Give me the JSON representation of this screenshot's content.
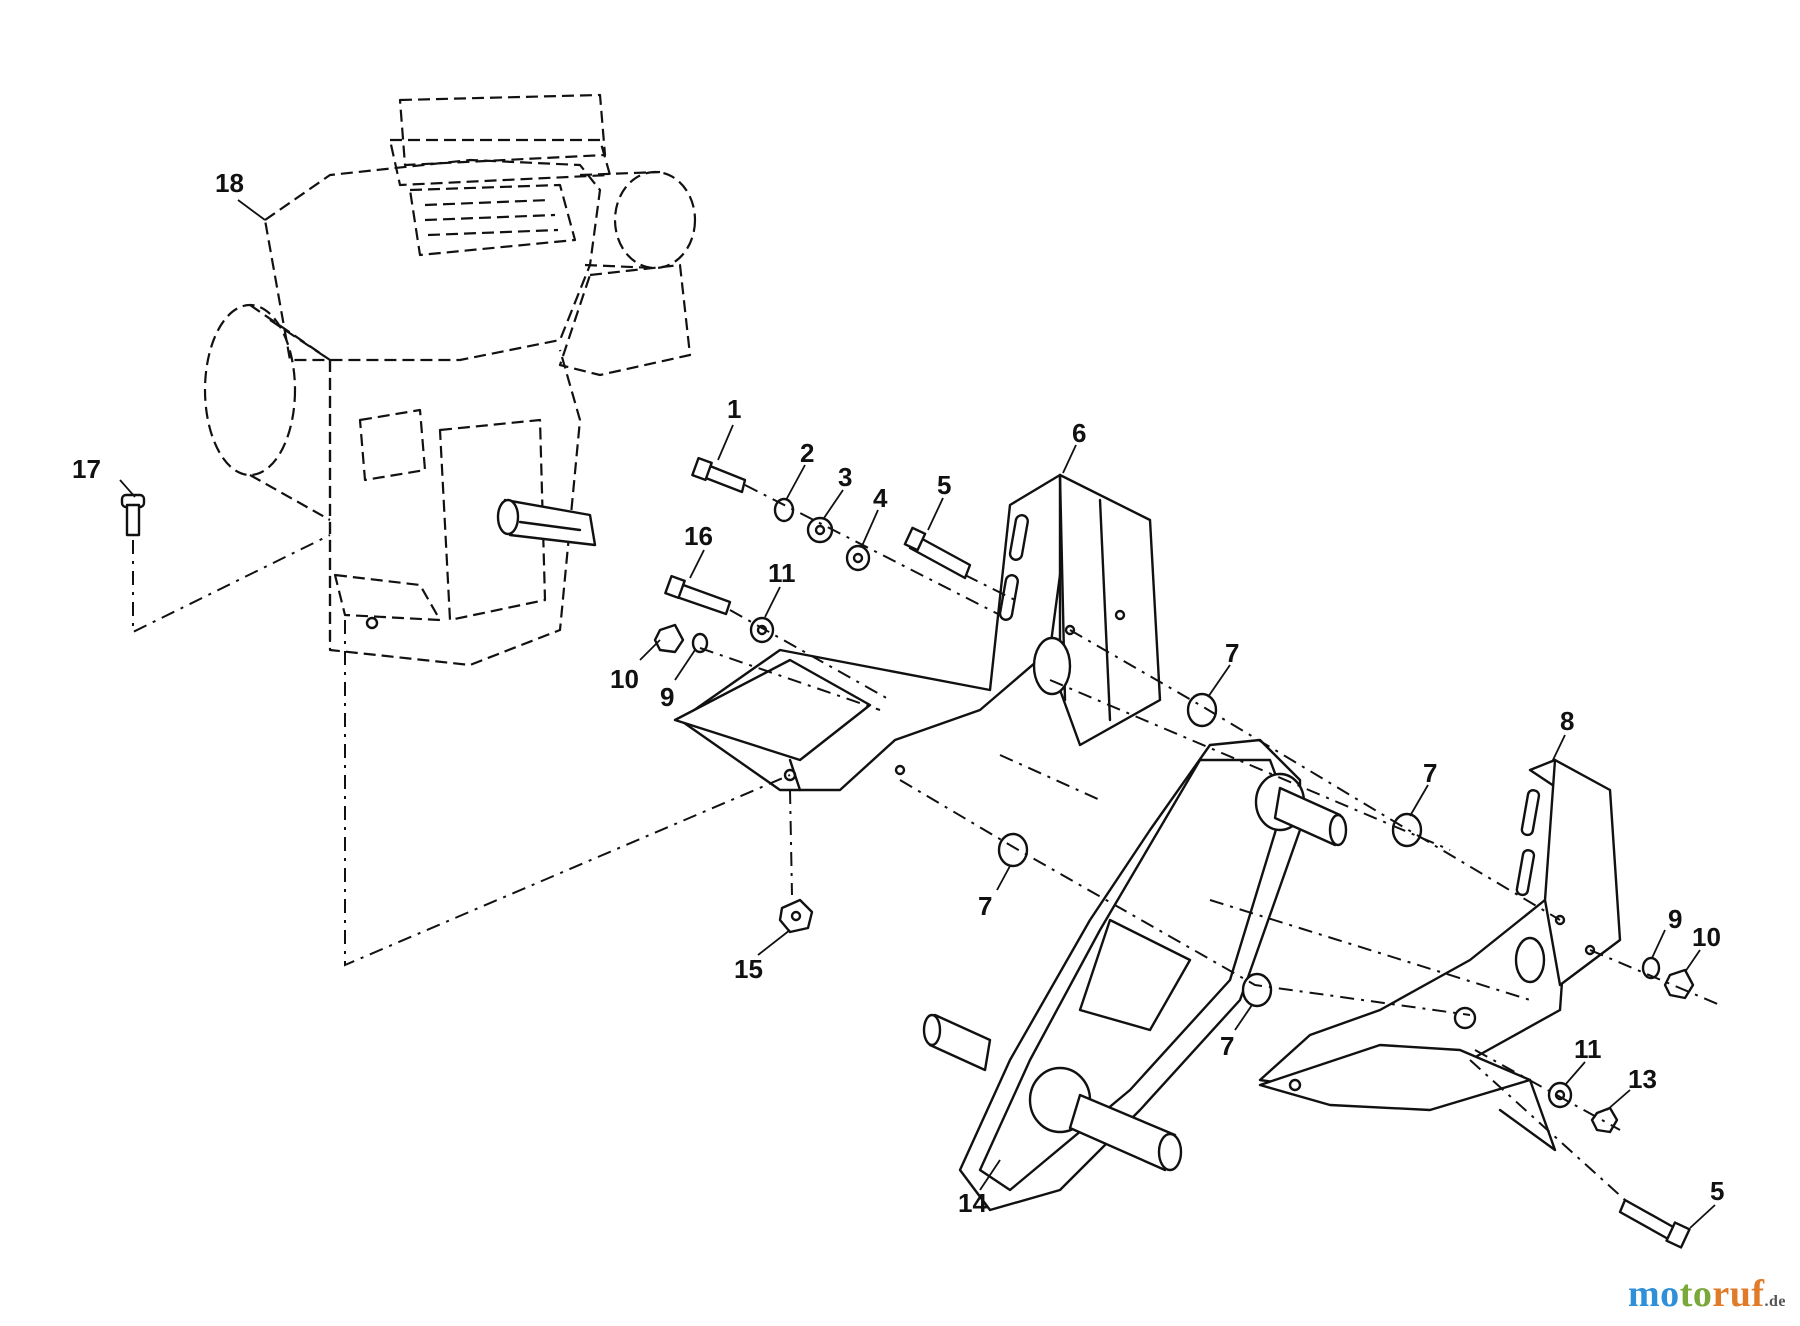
{
  "diagram": {
    "callouts": {
      "c1": "1",
      "c2": "2",
      "c3": "3",
      "c4": "4",
      "c5a": "5",
      "c5b": "5",
      "c6": "6",
      "c7a": "7",
      "c7b": "7",
      "c7c": "7",
      "c7d": "7",
      "c8": "8",
      "c9a": "9",
      "c9b": "9",
      "c10a": "10",
      "c10b": "10",
      "c11a": "11",
      "c11b": "11",
      "c13": "13",
      "c14": "14",
      "c15": "15",
      "c16": "16",
      "c17": "17",
      "c18": "18"
    }
  },
  "watermark": {
    "part1": "mo",
    "part2": "to",
    "part3": "ruf",
    "part4": ".de"
  }
}
